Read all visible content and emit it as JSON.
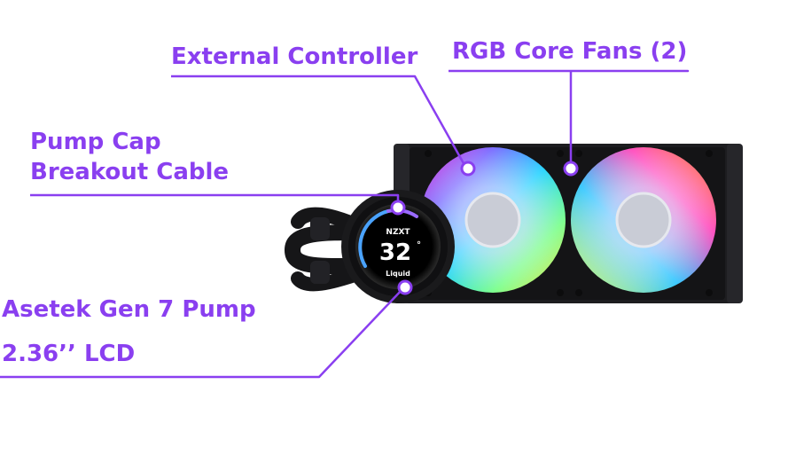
{
  "callouts": {
    "external_controller": "External Controller",
    "rgb_core_fans": "RGB Core Fans (2)",
    "pump_cap_line1": "Pump Cap",
    "pump_cap_line2": "Breakout Cable",
    "asetek_pump": "Asetek Gen 7 Pump",
    "lcd_size": "2.36’’ LCD"
  },
  "lcd": {
    "brand": "NZXT",
    "temperature": "32",
    "unit": "°",
    "label": "Liquid"
  },
  "colors": {
    "accent": "#8a3ff0",
    "radiator": "#1b1b1d",
    "fan_center": "#c9ccd6"
  }
}
